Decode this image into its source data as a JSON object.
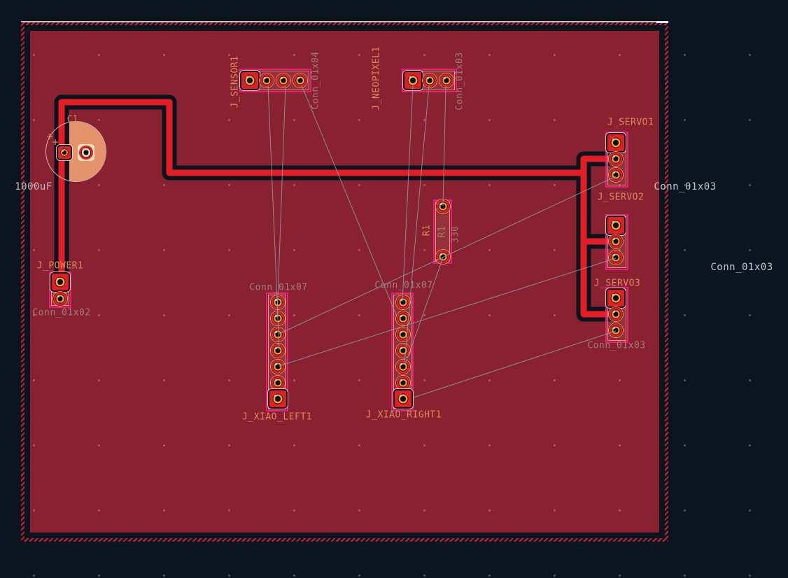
{
  "window": {
    "type": "pcb-layout-editor-view",
    "background": "#0b1520"
  },
  "board": {
    "fill_color": "#8a2130",
    "edge_hatch_color": "#cf2133"
  },
  "colors": {
    "trace": "#e41d25",
    "trace_outline": "#0a141f",
    "courtyard": "#ee1a7d",
    "silk_text": "#d9895f",
    "fab_text": "#a07d79",
    "external_text": "#c3c9cf",
    "ratsnest": "#8ca6ae",
    "pad_ring": "#f0a432"
  },
  "components": {
    "sensor": {
      "ref": "J_SENSOR1",
      "value": "Conn_01x04",
      "pins": 4
    },
    "neopixel": {
      "ref": "J_NEOPIXEL1",
      "value": "Conn_01x03",
      "pins": 3
    },
    "servo1": {
      "ref": "J_SERVO1",
      "value": "Conn_01x03",
      "pins": 3
    },
    "servo2": {
      "ref": "J_SERVO2",
      "value": "Conn_01x03",
      "pins": 3
    },
    "servo3": {
      "ref": "J_SERVO3",
      "value": "Conn_01x03",
      "pins": 3
    },
    "power": {
      "ref": "J_POWER1",
      "value": "Conn_01x02",
      "pins": 2
    },
    "cap": {
      "ref": "C1",
      "value": "1000uF",
      "pins": 2,
      "polarity_mark": "+"
    },
    "res": {
      "ref": "R1",
      "value": "330",
      "pins": 2
    },
    "xiao_left": {
      "ref": "J_XIAO_LEFT1",
      "value": "Conn_01x07",
      "pins": 7
    },
    "xiao_right": {
      "ref": "J_XIAO_RIGHT1",
      "value": "Conn_01x07",
      "pins": 7
    }
  },
  "traces": {
    "color": "#e41d25",
    "outline": "#0a141f",
    "width": 9,
    "outline_width": 21,
    "paths": [
      "88,406 88,146 242,146 242,247 834,247",
      "881,227 834,227 834,449 881,449",
      "834,345 881,345"
    ]
  },
  "ratsnest": {
    "color": "#8ca6ae",
    "lines": [
      [
        383,
        122,
        399,
        500
      ],
      [
        408,
        122,
        396,
        455
      ],
      [
        431,
        122,
        567,
        452
      ],
      [
        590,
        122,
        575,
        431
      ],
      [
        613,
        122,
        578,
        518
      ],
      [
        637,
        122,
        633,
        294
      ],
      [
        633,
        368,
        579,
        521
      ],
      [
        880,
        252,
        399,
        477
      ],
      [
        880,
        369,
        399,
        523
      ],
      [
        880,
        473,
        591,
        568
      ]
    ]
  }
}
